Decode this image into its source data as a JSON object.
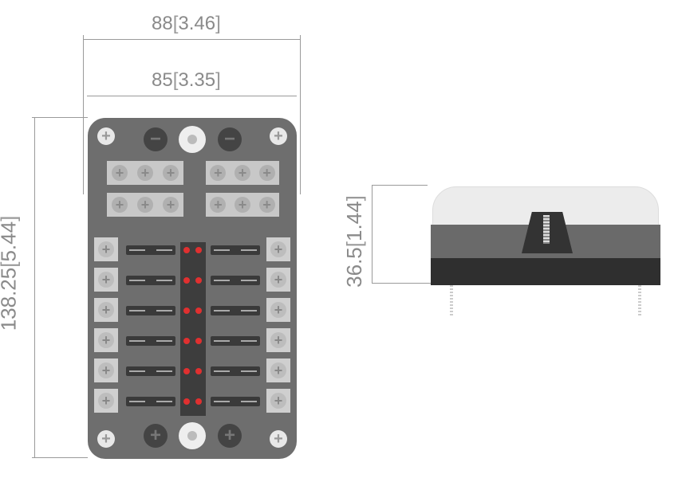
{
  "dimensions": {
    "overall_width": {
      "mm": "88",
      "in": "3.46"
    },
    "inner_width": {
      "mm": "85",
      "in": "3.35"
    },
    "height": {
      "mm": "138.25",
      "in": "5.44"
    },
    "depth": {
      "mm": "36.5",
      "in": "1.44"
    }
  },
  "brackets": {
    "open": "[",
    "close": "]"
  },
  "top_view": {
    "busbar_rows": 2,
    "fuse_rows": 6,
    "fuse_columns": 2,
    "led_color": "#e03030",
    "body_color": "#6e6e6e"
  },
  "icons": {
    "plus": "+",
    "minus": "−"
  }
}
